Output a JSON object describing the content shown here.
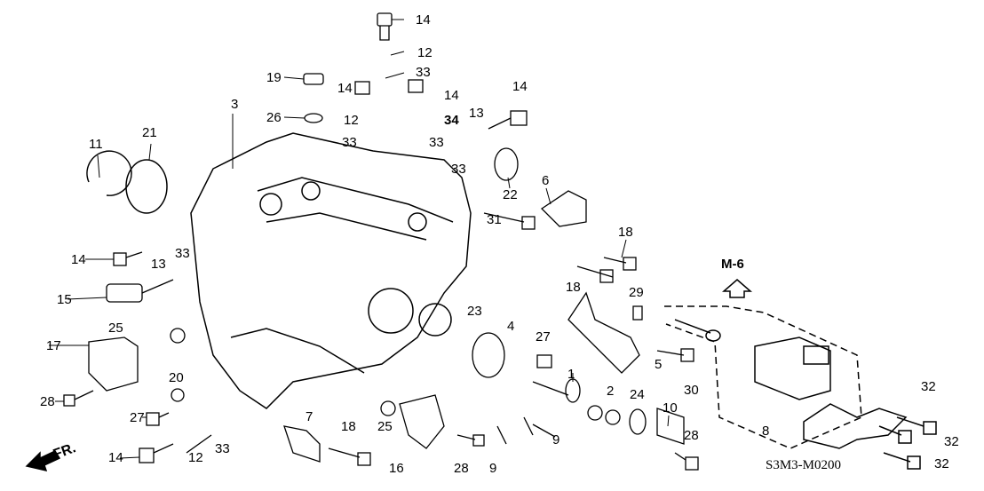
{
  "title": "Transmission housing parts diagram",
  "reference": "M-6",
  "catalog_code": "S3M3-M0200",
  "front_marker": "FR.",
  "labels": [
    "14",
    "12",
    "33",
    "19",
    "14",
    "14",
    "14",
    "26",
    "12",
    "34",
    "13",
    "3",
    "33",
    "33",
    "33",
    "11",
    "21",
    "22",
    "6",
    "31",
    "18",
    "14",
    "13",
    "33",
    "15",
    "18",
    "29",
    "25",
    "17",
    "23",
    "4",
    "27",
    "5",
    "30",
    "20",
    "28",
    "1",
    "2",
    "24",
    "10",
    "32",
    "27",
    "7",
    "25",
    "18",
    "9",
    "8",
    "32",
    "28",
    "14",
    "12",
    "33",
    "16",
    "28",
    "9",
    "32"
  ]
}
